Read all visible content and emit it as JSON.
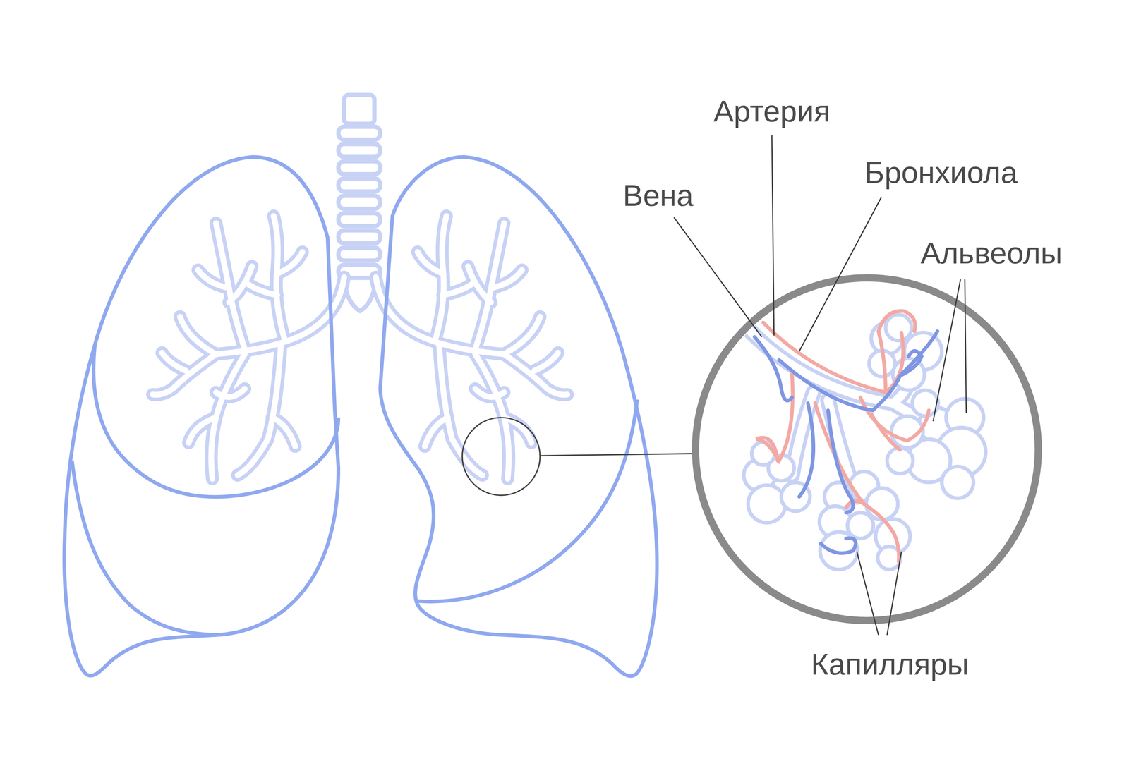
{
  "diagram": {
    "labels": [
      "Артерия",
      "Бронхиола",
      "Вена",
      "Альвеолы",
      "Капилляры"
    ]
  }
}
